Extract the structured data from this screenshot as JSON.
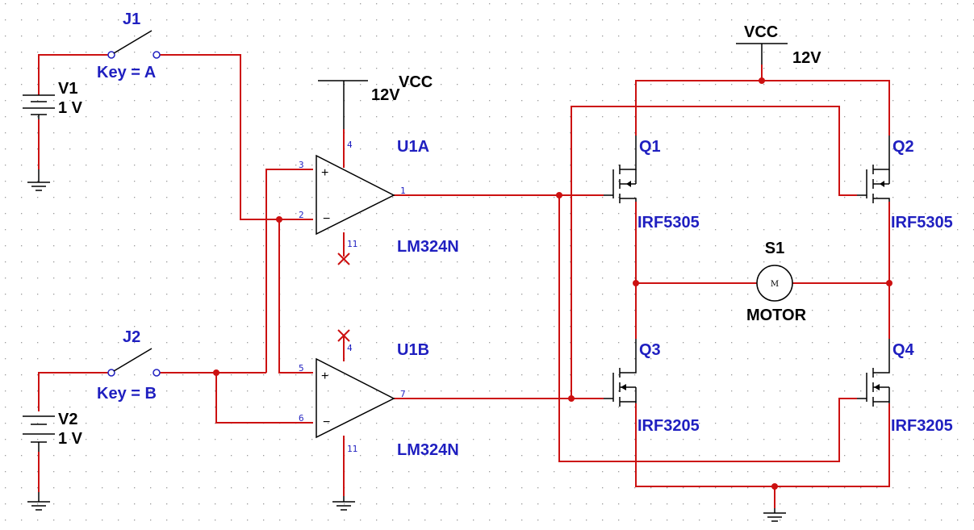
{
  "schematic": {
    "sources": [
      {
        "ref": "V1",
        "value": "1 V"
      },
      {
        "ref": "V2",
        "value": "1 V"
      }
    ],
    "switches": [
      {
        "ref": "J1",
        "key": "Key = A"
      },
      {
        "ref": "J2",
        "key": "Key = B"
      }
    ],
    "opamps": [
      {
        "ref": "U1A",
        "part": "LM324N",
        "pins": {
          "plus": "3",
          "minus": "2",
          "out": "1",
          "vcc": "4",
          "gnd": "11"
        }
      },
      {
        "ref": "U1B",
        "part": "LM324N",
        "pins": {
          "plus": "5",
          "minus": "6",
          "out": "7",
          "vcc": "4",
          "gnd": "11"
        }
      }
    ],
    "supplies": [
      {
        "name": "VCC",
        "voltage": "12V"
      },
      {
        "name": "VCC",
        "voltage": "12V"
      }
    ],
    "mosfets": [
      {
        "ref": "Q1",
        "part": "IRF5305"
      },
      {
        "ref": "Q2",
        "part": "IRF5305"
      },
      {
        "ref": "Q3",
        "part": "IRF3205"
      },
      {
        "ref": "Q4",
        "part": "IRF3205"
      }
    ],
    "motor": {
      "ref": "S1",
      "name": "MOTOR",
      "symbol": "M"
    }
  },
  "colors": {
    "wire": "#cc1111",
    "label": "#1f1fc0",
    "symbol": "#000000",
    "grid_dot": "#9a9a9a"
  }
}
